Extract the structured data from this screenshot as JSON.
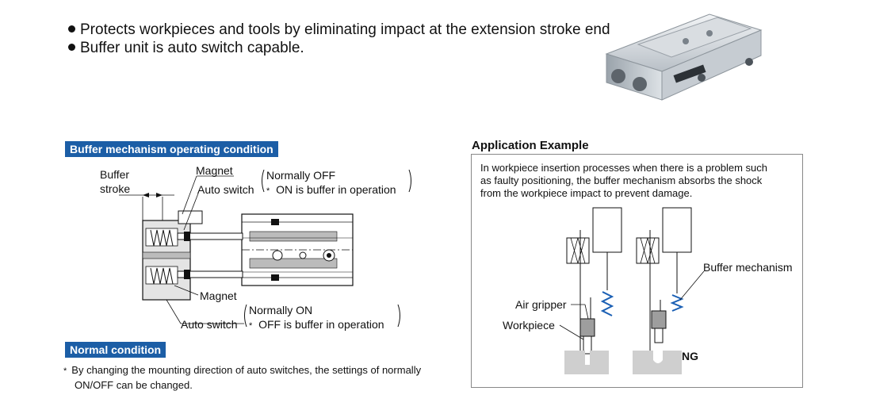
{
  "bullets": [
    "Protects workpieces and tools by eliminating impact at the extension stroke end",
    "Buffer unit is auto switch capable."
  ],
  "buffer_section": {
    "title": "Buffer mechanism operating condition",
    "buffer_stroke_line1": "Buffer",
    "buffer_stroke_line2": "stroke",
    "magnet_top": "Magnet",
    "auto_switch_top": "Auto switch",
    "top_cond_line1": "Normally OFF",
    "top_cond_line2": "ON is buffer in operation",
    "magnet_bottom": "Magnet",
    "auto_switch_bottom": "Auto switch",
    "bottom_cond_line1": "Normally ON",
    "bottom_cond_line2": "OFF is buffer in operation",
    "asterisk": "*"
  },
  "normal_section": {
    "title": "Normal condition",
    "note_mark": "*",
    "note_line1": "By changing the mounting direction of auto switches, the settings of normally",
    "note_line2": "ON/OFF can be changed."
  },
  "application": {
    "title": "Application Example",
    "text_line1": "In workpiece insertion processes when there is a problem such",
    "text_line2": "as faulty positioning, the buffer mechanism absorbs the shock",
    "text_line3": "from the workpiece impact to prevent damage.",
    "label_air_gripper": "Air gripper",
    "label_workpiece": "Workpiece",
    "label_buffer_mechanism": "Buffer mechanism",
    "label_ng": "NG"
  },
  "colors": {
    "section_blue": "#1c5ea6",
    "spring_blue": "#1a5fb4",
    "gray_block": "#cfcfcf"
  }
}
